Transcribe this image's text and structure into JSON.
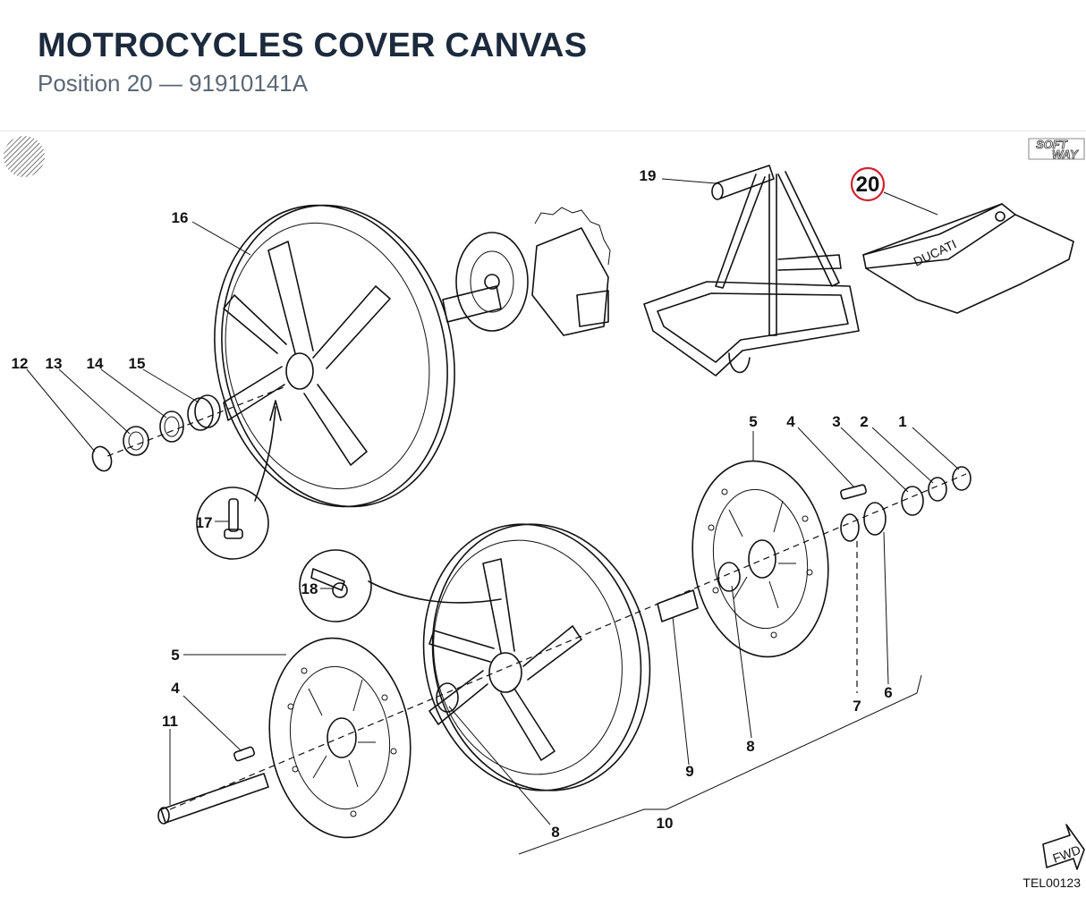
{
  "header": {
    "title": "MOTROCYCLES COVER CANVAS",
    "subtitle": "Position 20 — 91910141A"
  },
  "diagram": {
    "callouts": {
      "c1": "1",
      "c2": "2",
      "c3": "3",
      "c4a": "4",
      "c4b": "4",
      "c5a": "5",
      "c5b": "5",
      "c6": "6",
      "c7": "7",
      "c8a": "8",
      "c8b": "8",
      "c9": "9",
      "c10": "10",
      "c11": "11",
      "c12": "12",
      "c13": "13",
      "c14": "14",
      "c15": "15",
      "c16": "16",
      "c17": "17",
      "c18": "18",
      "c19": "19",
      "c20": "20"
    },
    "highlight_color": "#d0202e",
    "cover_brand": "DUCATI",
    "logo_text_top": "SOFT",
    "logo_text_bottom": "WAY",
    "fwd_label": "FWD",
    "drawing_code": "TEL00123"
  }
}
